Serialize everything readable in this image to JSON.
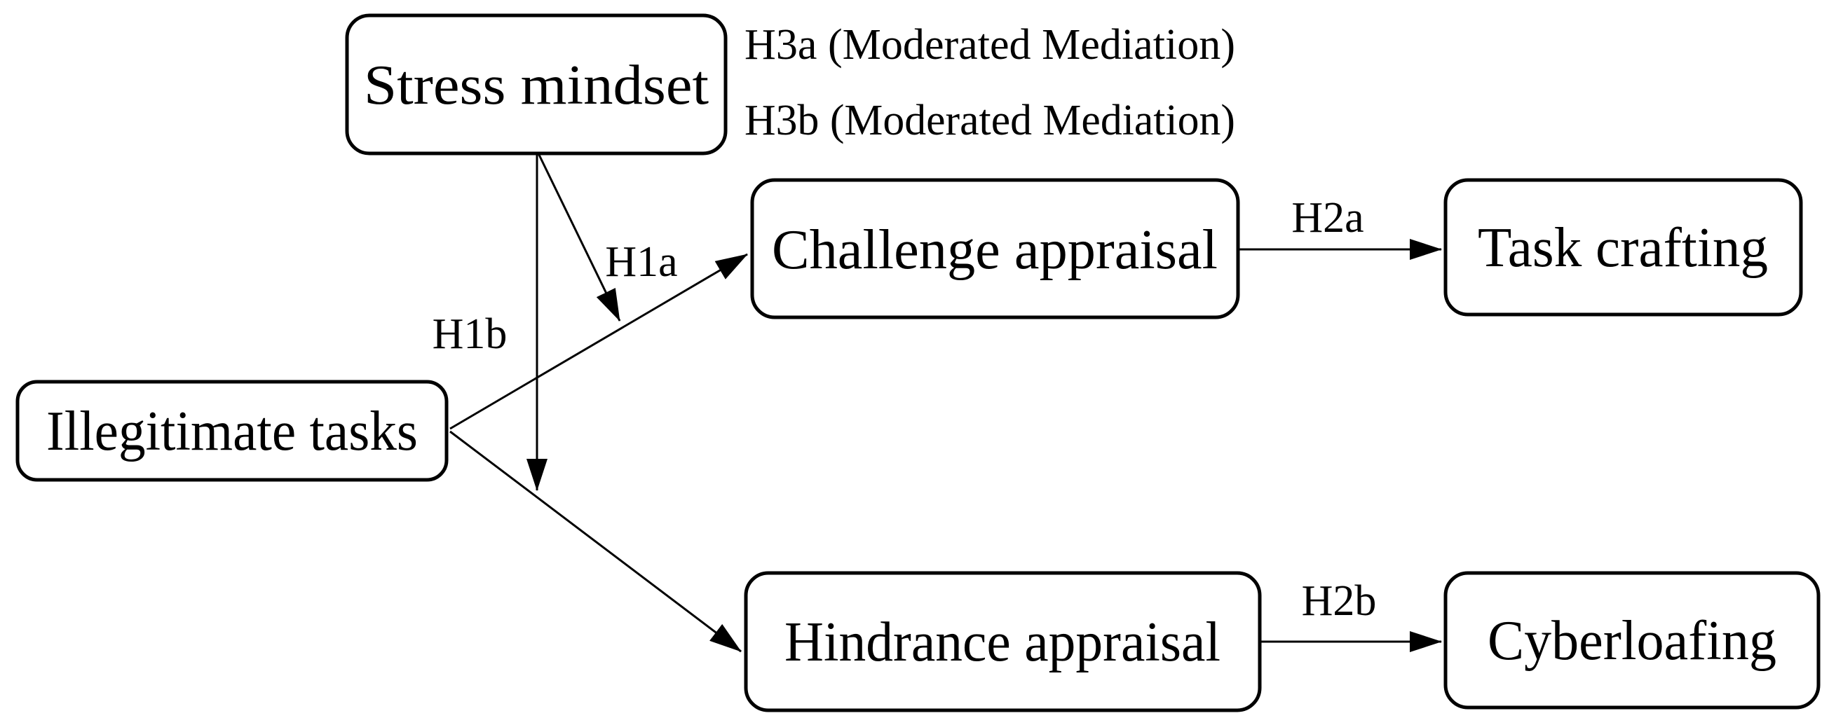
{
  "diagram": {
    "type": "conceptual-model",
    "background_color": "#ffffff",
    "line_color": "#000000",
    "text_color": "#000000",
    "nodes": [
      {
        "id": "stress-mindset",
        "label": "Stress mindset",
        "role": "moderator"
      },
      {
        "id": "challenge-appraisal",
        "label": "Challenge appraisal",
        "role": "mediator"
      },
      {
        "id": "task-crafting",
        "label": "Task crafting",
        "role": "outcome"
      },
      {
        "id": "illegitimate-tasks",
        "label": "Illegitimate tasks",
        "role": "predictor"
      },
      {
        "id": "hindrance-appraisal",
        "label": "Hindrance appraisal",
        "role": "mediator"
      },
      {
        "id": "cyberloafing",
        "label": "Cyberloafing",
        "role": "outcome"
      }
    ],
    "edges": [
      {
        "from": "illegitimate-tasks",
        "to": "challenge-appraisal",
        "label": ""
      },
      {
        "from": "illegitimate-tasks",
        "to": "hindrance-appraisal",
        "label": ""
      },
      {
        "from": "stress-mindset",
        "to": "path:illegitimate-tasks->challenge-appraisal",
        "label": "H1a"
      },
      {
        "from": "stress-mindset",
        "to": "path:illegitimate-tasks->hindrance-appraisal",
        "label": "H1b"
      },
      {
        "from": "challenge-appraisal",
        "to": "task-crafting",
        "label": "H2a"
      },
      {
        "from": "hindrance-appraisal",
        "to": "cyberloafing",
        "label": "H2b"
      }
    ],
    "annotations": [
      "H3a (Moderated Mediation)",
      "H3b (Moderated Mediation)"
    ]
  }
}
